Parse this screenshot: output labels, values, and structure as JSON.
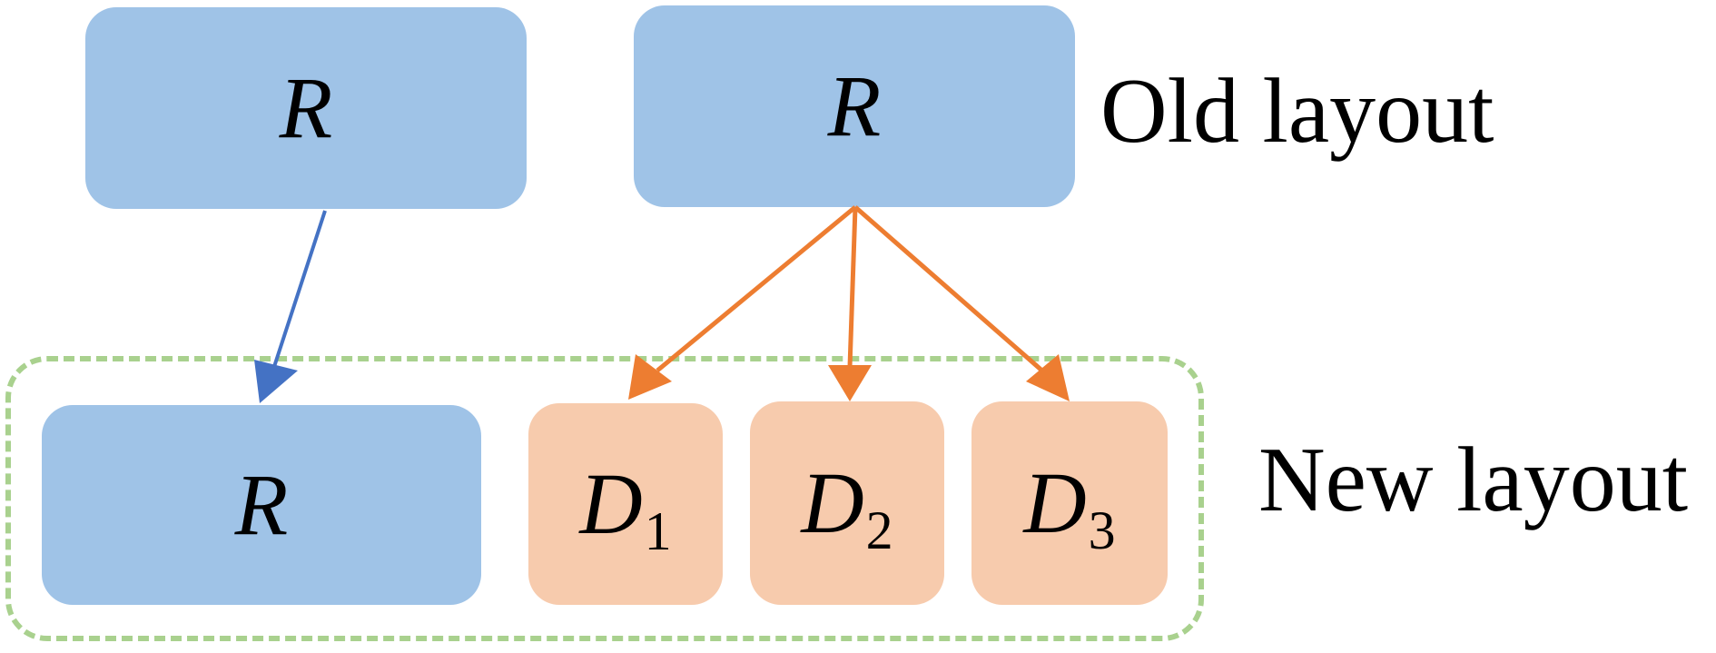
{
  "old_layout": {
    "label": "Old layout",
    "boxes": [
      {
        "label": "R"
      },
      {
        "label": "R"
      }
    ]
  },
  "new_layout": {
    "label": "New layout",
    "replicated": {
      "label": "R"
    },
    "distributed": [
      {
        "label": "D",
        "sub": "1"
      },
      {
        "label": "D",
        "sub": "2"
      },
      {
        "label": "D",
        "sub": "3"
      }
    ]
  },
  "colors": {
    "replicated_fill": "#9fc3e7",
    "distributed_fill": "#f7cbad",
    "replicate_arrow": "#4472c4",
    "distribute_arrow": "#ed7d31",
    "region_border": "#a9d18e"
  }
}
